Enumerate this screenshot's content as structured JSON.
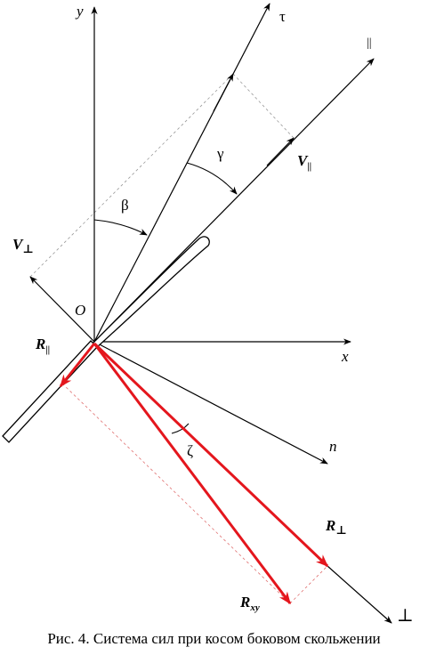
{
  "labels": {
    "y": "y",
    "tau": "τ",
    "par": "||",
    "x": "x",
    "n": "n",
    "perp": "⊥",
    "O": "O",
    "beta": "β",
    "gamma": "γ",
    "zeta": "ζ",
    "V_par": "V",
    "V_par_sub": "||",
    "V_perp": "V",
    "V_perp_sub": "⊥",
    "R_par": "R",
    "R_par_sub": "||",
    "R_perp": "R",
    "R_perp_sub": "⊥",
    "R_xy": "R",
    "R_xy_sub": "xy"
  },
  "caption": "Рис. 4. Система сил при косом боковом скольжении",
  "colors": {
    "lines": "#000000",
    "forces": "#e4161d",
    "dashed": "#d9534f",
    "thin_dashed": "#888888"
  }
}
